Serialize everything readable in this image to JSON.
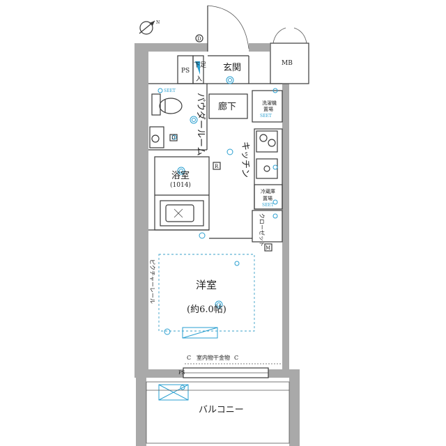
{
  "rooms": {
    "mb": "MB",
    "ps_top": "PS",
    "shoe_storage_line1": "下足",
    "shoe_storage_line2": "入",
    "entrance": "玄関",
    "powder_room": "パウダールーム",
    "hallway": "廊下",
    "washer_space_line1": "洗濯機",
    "washer_space_line2": "置場",
    "kitchen": "キッチン",
    "bathroom": "浴室",
    "bathroom_size": "(1014)",
    "fridge_space_line1": "冷蔵庫",
    "fridge_space_line2": "置場",
    "closet": "クローゼット",
    "picture_rail": "ピクチャーレール",
    "western_room": "洋室",
    "western_room_size": "(約6.0帖)",
    "indoor_drying": "室内物干金物",
    "ps_bottom": "PS",
    "balcony": "バルコニー"
  },
  "symbols": {
    "d_mark": "D",
    "r_mark": "R",
    "m_mark": "M",
    "c_left": "C",
    "c_right": "C",
    "sheet_1": "SEET",
    "sheet_2": "SEET",
    "sheet_3": "SEET"
  },
  "icons": [
    "compass-icon",
    "door-swing-icon",
    "toilet-icon",
    "bathtub-icon",
    "stove-icon",
    "sink-icon",
    "light-fixture-icon",
    "outlet-icon",
    "air-conditioner-icon"
  ]
}
